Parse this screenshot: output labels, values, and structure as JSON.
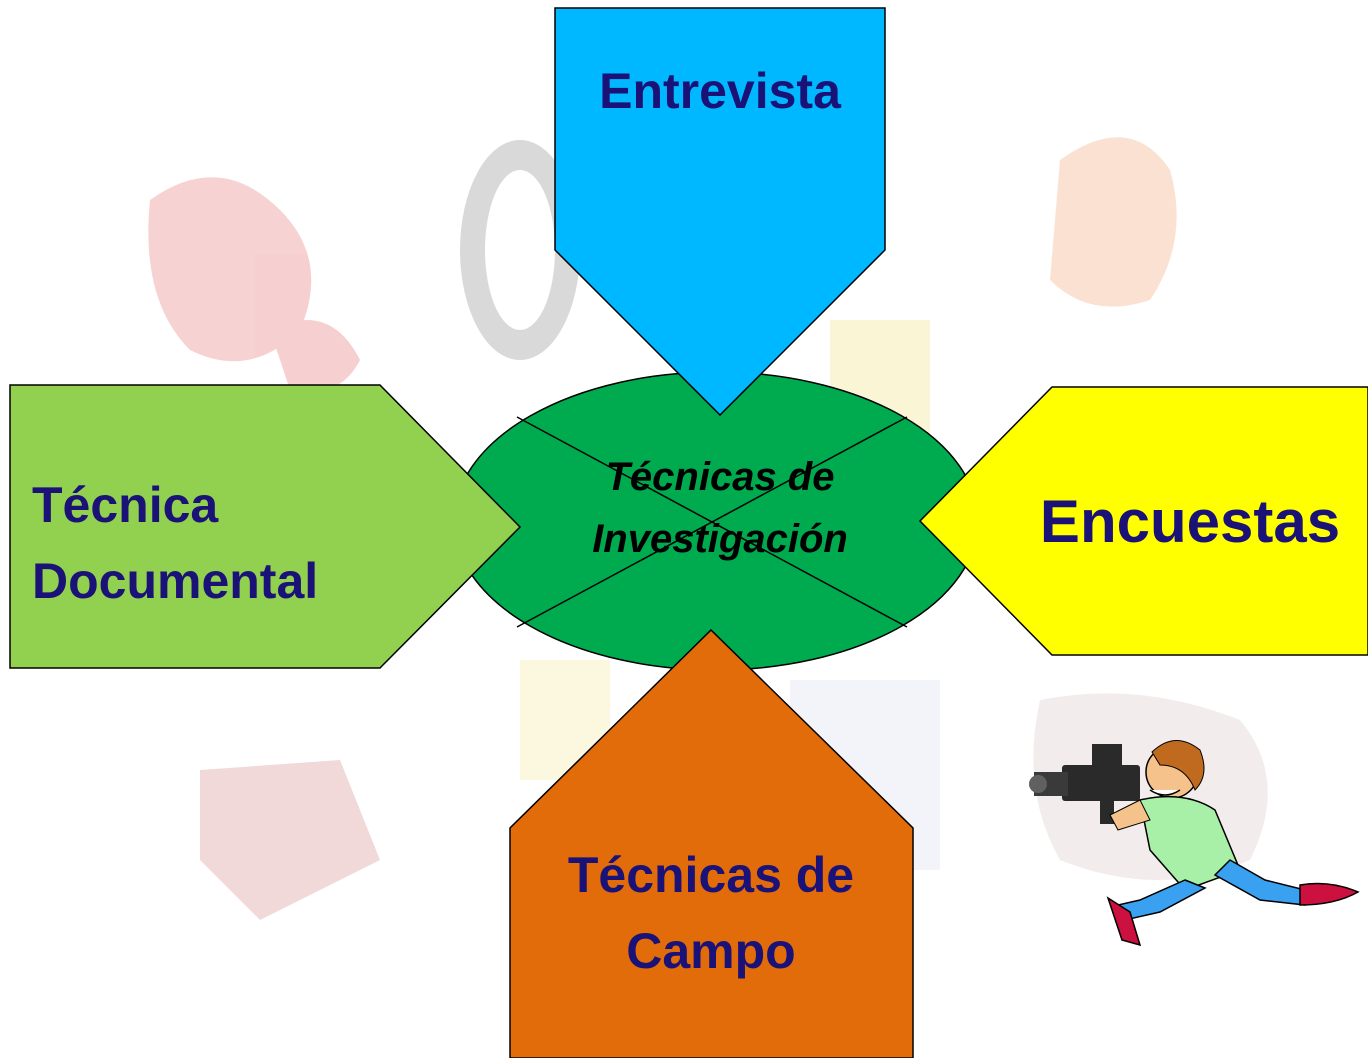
{
  "center": {
    "line1": "Técnicas de",
    "line2": "Investigación"
  },
  "arrows": {
    "top": {
      "label": "Entrevista"
    },
    "left": {
      "line1": "Técnica",
      "line2": "Documental"
    },
    "right": {
      "label": "Encuestas"
    },
    "bottom": {
      "line1": "Técnicas de",
      "line2": "Campo"
    }
  },
  "colors": {
    "center_fill": "#00aa4e",
    "top_fill": "#00b8ff",
    "left_fill": "#92d050",
    "right_fill": "#ffff00",
    "bottom_fill": "#e36c0a",
    "label_color": "#1a1276"
  },
  "decorations": [
    "faded-background-collage",
    "cameraman-clipart"
  ]
}
